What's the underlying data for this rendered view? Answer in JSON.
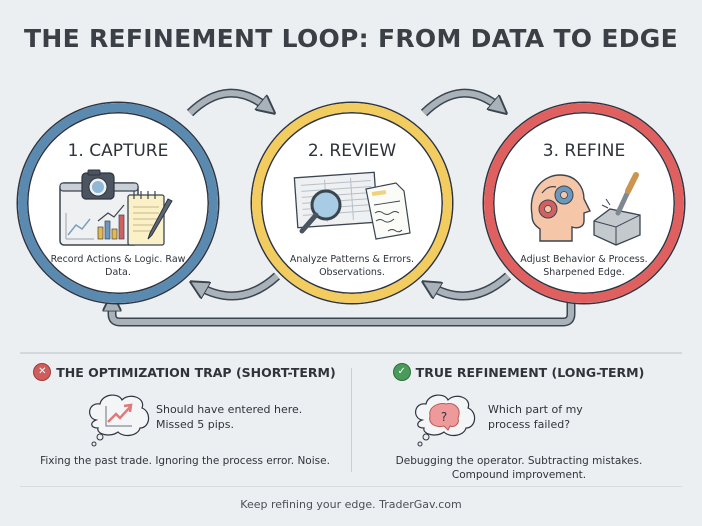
{
  "title": "THE REFINEMENT LOOP: FROM DATA TO EDGE",
  "stages": [
    {
      "title": "1. CAPTURE",
      "description": "Record Actions & Logic. Raw Data.",
      "color": "#5b8ab0",
      "icon": "camera-chart-notepad-icon"
    },
    {
      "title": "2. REVIEW",
      "description": "Analyze Patterns & Errors. Observations.",
      "color": "#f2cc5e",
      "icon": "magnifier-document-icon"
    },
    {
      "title": "3. REFINE",
      "description": "Adjust Behavior & Process. Sharpened Edge.",
      "color": "#e06060",
      "icon": "brain-gears-chisel-icon"
    }
  ],
  "arrows": {
    "color": "#a9b1b9",
    "outline": "#3b4550"
  },
  "panels": {
    "trap": {
      "heading": "THE OPTIMIZATION TRAP (SHORT-TERM)",
      "status_icon": "x-circle-icon",
      "status_color": "#d05c5c",
      "thought": [
        "Should have entered here.",
        "Missed 5 pips."
      ],
      "summary": "Fixing the past trade. Ignoring the process error. Noise."
    },
    "true": {
      "heading": "TRUE REFINEMENT (LONG-TERM)",
      "status_icon": "check-circle-icon",
      "status_color": "#4a9a5a",
      "thought": [
        "Which part of my",
        "process failed?"
      ],
      "summary": [
        "Debugging the operator. Subtracting mistakes.",
        "Compound improvement."
      ]
    }
  },
  "footer": "Keep refining your edge. TraderGav.com"
}
